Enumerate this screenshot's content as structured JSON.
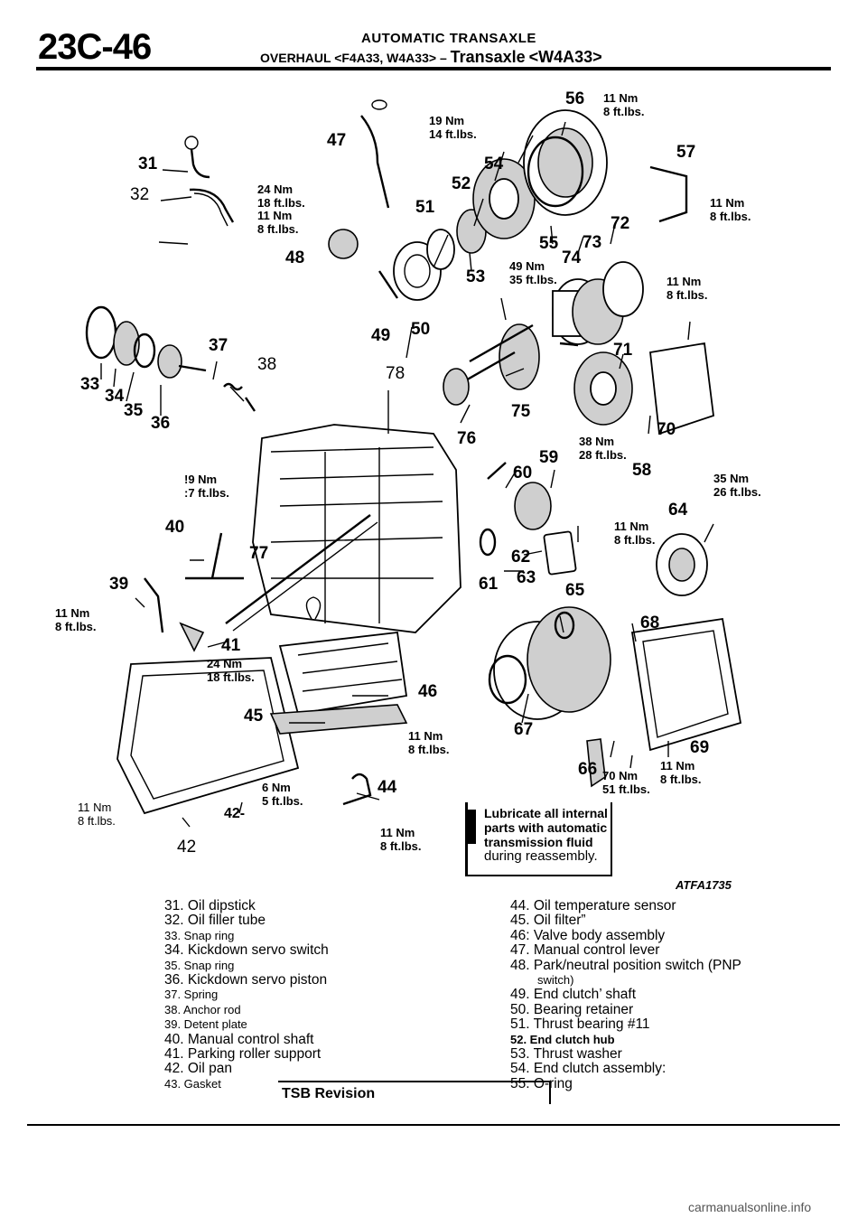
{
  "header": {
    "page_code": "23C-46",
    "section": "AUTOMATIC TRANSAXLE",
    "overhaul_prefix": "OVERHAUL",
    "models_1": "<F4A33, W4A33>",
    "dash": "–",
    "subject": "Transaxle",
    "models_2": "<W4A33>"
  },
  "diagram": {
    "callouts": [
      "31",
      "32",
      "33",
      "34",
      "35",
      "36",
      "37",
      "38",
      "39",
      "40",
      "41",
      "42",
      "42-",
      "44",
      "45",
      "46",
      "47",
      "48",
      "49",
      "50",
      "51",
      "52",
      "53",
      "54",
      "55",
      "56",
      "57",
      "58",
      "59",
      "60",
      "61",
      "62",
      "63",
      "64",
      "65",
      "66",
      "67",
      "68",
      "69",
      "70",
      "71",
      "72",
      "73",
      "74",
      "75",
      "76",
      "77",
      "78"
    ],
    "torques": {
      "t1": [
        "19 Nm",
        "14 ft.lbs."
      ],
      "t2": [
        "11 Nm",
        "8 ft.lbs."
      ],
      "t3": [
        "24 Nm",
        "18 ft.lbs."
      ],
      "t4": [
        "11 Nm",
        "8 ft.lbs."
      ],
      "t5": [
        "11 Nm",
        "8 ft.lbs."
      ],
      "t6": [
        "49 Nm",
        "35 ft.lbs."
      ],
      "t7": [
        "11 Nm",
        "8 ft.lbs."
      ],
      "t8": [
        "38 Nm",
        "28 ft.lbs."
      ],
      "t9": [
        "!9 Nm",
        ":7 ft.lbs."
      ],
      "t10": [
        "35 Nm",
        "26 ft.lbs."
      ],
      "t11": [
        "11 Nm",
        "8 ft.lbs."
      ],
      "t12": [
        "11 Nm",
        "8 ft.lbs."
      ],
      "t13": [
        "24 Nm",
        "18 ft.lbs."
      ],
      "t14": [
        "11 Nm",
        "8 ft.lbs."
      ],
      "t15": [
        "6 Nm",
        "5 ft.lbs."
      ],
      "t16": [
        "70 Nm",
        "51 ft.lbs."
      ],
      "t17": [
        "11 Nm",
        "8 ft.lbs."
      ],
      "t18": [
        "11 Nm",
        "8 ft.lbs."
      ],
      "t19": [
        "11 Nm",
        "8 ft.lbs."
      ]
    },
    "note": {
      "line1": "Lubricate all internal",
      "line2": "parts with automatic",
      "line3": "transmission fluid",
      "line4": "during reassembly."
    },
    "figure_code": "ATFA1735"
  },
  "parts_left": [
    "31. Oil dipstick",
    "32. Oil filler tube",
    "33. Snap ring",
    "34. Kickdown servo switch",
    "35. Snap ring",
    "36. Kickdown servo piston",
    "37. Spring",
    "38. Anchor rod",
    "39. Detent plate",
    "40. Manual control shaft",
    "41. Parking roller support",
    "42. Oil pan",
    "43. Gasket"
  ],
  "parts_right": [
    "44. Oil temperature sensor",
    "45. Oil filter”",
    "46: Valve body assembly",
    "47. Manual control lever",
    "48. Park/neutral position switch (PNP",
    "switch)",
    "49. End clutch’ shaft",
    "50. Bearing retainer",
    "51. Thrust bearing #11",
    "52. End clutch hub",
    "53. Thrust washer",
    "54. End clutch assembly:",
    "55. O-ring"
  ],
  "tsb": "TSB Revision",
  "footer": "carmanualsonline.info"
}
